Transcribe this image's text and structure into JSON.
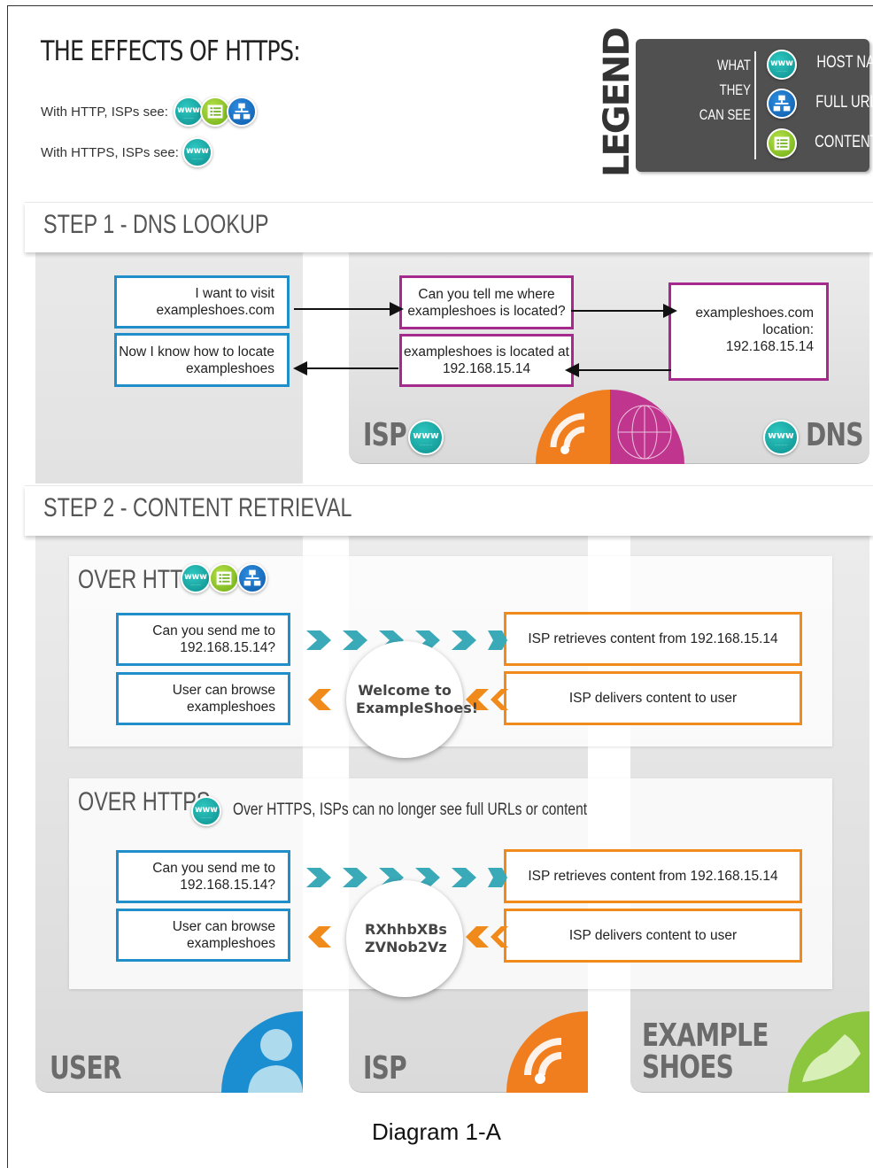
{
  "title": "THE EFFECTS OF HTTPS:",
  "http_line": "With HTTP, ISPs see:",
  "https_line": "With HTTPS, ISPs see:",
  "legend": {
    "word": "LEGEND",
    "what_they_can_see": "WHAT THEY CAN SEE",
    "items": [
      {
        "icon": "www-icon",
        "label": "HOST NAME"
      },
      {
        "icon": "full-url-icon",
        "label": "FULL URLS"
      },
      {
        "icon": "content-icon",
        "label": "CONTENT"
      }
    ]
  },
  "icon_text": "www",
  "step1": {
    "heading": "STEP 1 - DNS LOOKUP",
    "user_box1": "I want to visit exampleshoes.com",
    "user_box2": "Now I know how to locate exampleshoes",
    "isp_box1": "Can you tell me where exampleshoes is located?",
    "isp_box2": "exampleshoes is located at 192.168.15.14",
    "dns_box": "exampleshoes.com location: 192.168.15.14",
    "isp_label": "ISP",
    "dns_label": "DNS"
  },
  "step2": {
    "heading": "STEP 2 - CONTENT RETRIEVAL",
    "http": {
      "title": "OVER HTTP",
      "request": "Can you send me to 192.168.15.14?",
      "browse": "User can browse exampleshoes",
      "retrieve": "ISP retrieves content from 192.168.15.14",
      "deliver": "ISP delivers content to user",
      "bubble": "Welcome to ExampleShoes!"
    },
    "https": {
      "title": "OVER HTTPS",
      "note": "Over HTTPS, ISPs can no longer see full URLs or content",
      "request": "Can you send me to 192.168.15.14?",
      "browse": "User can browse exampleshoes",
      "retrieve": "ISP retrieves content from 192.168.15.14",
      "deliver": "ISP delivers content to user",
      "bubble": "RXhhbXBs ZVNob2Vz"
    },
    "user_label": "USER",
    "isp_label": "ISP",
    "shoes_label": "EXAMPLE SHOES"
  },
  "caption": "Diagram 1-A",
  "colors": {
    "www": "#16a7a3",
    "url": "#1a74c4",
    "content": "#8cc63f",
    "blue_box": "#1f8ec9",
    "purple_box": "#a6298d",
    "orange_box": "#f08a1a",
    "teal_arrow": "#3aa9b8"
  }
}
